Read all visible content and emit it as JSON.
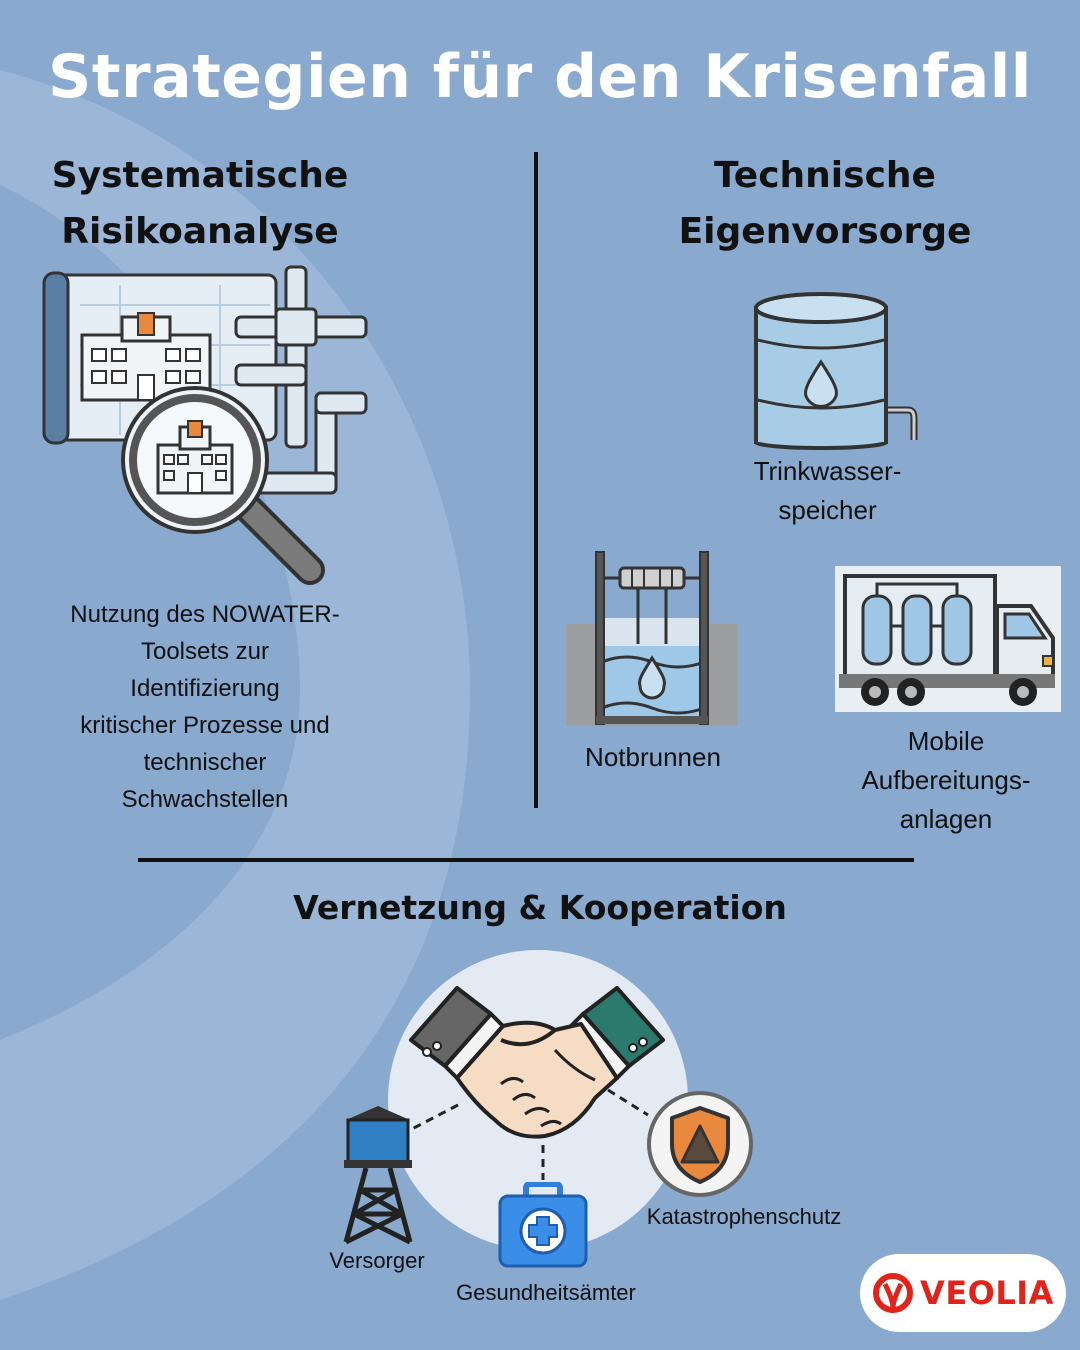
{
  "title": "Strategien für den Krisenfall",
  "left_section": {
    "heading_line1": "Systematische",
    "heading_line2": "Risikoanalyse",
    "description_lines": [
      "Nutzung des NOWATER-",
      "Toolsets zur",
      "Identifizierung",
      "kritischer Prozesse und",
      "technischer",
      "Schwachstellen"
    ],
    "illustration_icon": "blueprint-magnifier-hospital-icon"
  },
  "right_section": {
    "heading_line1": "Technische",
    "heading_line2": "Eigenvorsorge",
    "items": [
      {
        "icon": "water-tank-icon",
        "label_lines": [
          "Trinkwasser-",
          "speicher"
        ]
      },
      {
        "icon": "emergency-well-icon",
        "label_lines": [
          "Notbrunnen"
        ]
      },
      {
        "icon": "mobile-treatment-truck-icon",
        "label_lines": [
          "Mobile",
          "Aufbereitungs-",
          "anlagen"
        ]
      }
    ]
  },
  "bottom_section": {
    "heading": "Vernetzung & Kooperation",
    "center_icon": "handshake-icon",
    "nodes": [
      {
        "icon": "water-tower-icon",
        "label": "Versorger"
      },
      {
        "icon": "first-aid-kit-icon",
        "label": "Gesundheitsämter"
      },
      {
        "icon": "shield-warning-icon",
        "label": "Katastrophenschutz"
      }
    ]
  },
  "logo": {
    "text": "VEOLIA",
    "brand_color": "#e2231a"
  },
  "colors": {
    "background": "#8aa9cf",
    "arc": "#a9c1dd",
    "title": "#ffffff",
    "text": "#111111",
    "icon_blue": "#9fc6e4"
  }
}
